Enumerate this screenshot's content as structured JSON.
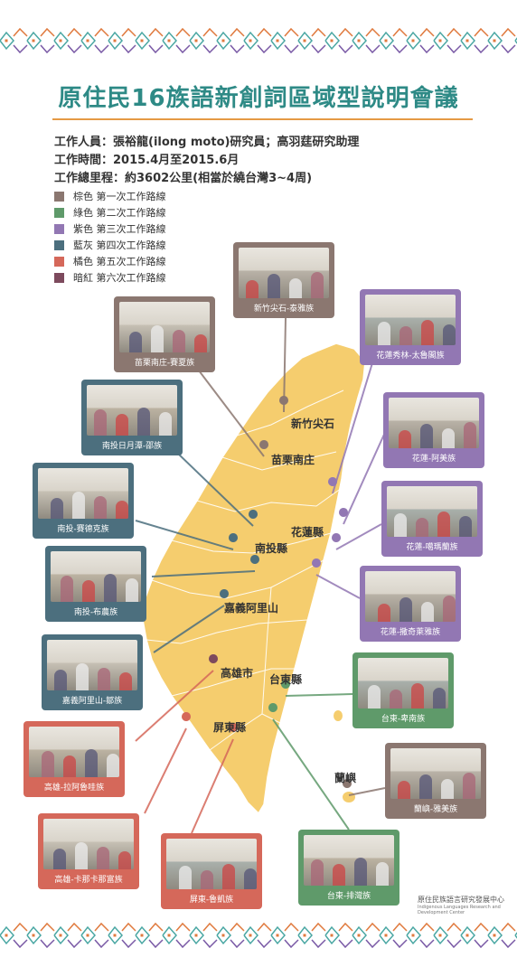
{
  "title": "原住民16族語新創詞區域型說明會議",
  "info": {
    "staff": "工作人員：張裕龍(ilong moto)研究員；高羽莛研究助理",
    "period": "工作時間：2015.4月至2015.6月",
    "distance": "工作總里程：約3602公里(相當於繞台灣3~4周)"
  },
  "legend": [
    {
      "label": "棕色  第一次工作路線",
      "color": "#8b7770"
    },
    {
      "label": "綠色  第二次工作路線",
      "color": "#5f9a6a"
    },
    {
      "label": "紫色  第三次工作路線",
      "color": "#9277b3"
    },
    {
      "label": "藍灰  第四次工作路線",
      "color": "#4c6f7e"
    },
    {
      "label": "橘色  第五次工作路線",
      "color": "#d5685a"
    },
    {
      "label": "暗紅  第六次工作路線",
      "color": "#7d4a5d"
    }
  ],
  "places": {
    "hsinchu": "新竹尖石",
    "miaoli": "苗栗南庄",
    "hualien": "花蓮縣",
    "nantou": "南投縣",
    "chiayi": "嘉義阿里山",
    "kaohsiung": "高雄市",
    "taitung": "台東縣",
    "pingtung": "屏東縣",
    "lanyu": "蘭嶼"
  },
  "cards": {
    "hsinchu": "新竹尖石-泰雅族",
    "miaoli": "苗栗南庄-賽夏族",
    "hualien_truku": "花蓮秀林-太魯閣族",
    "nantou_thao": "南投日月潭-邵族",
    "hualien_amis": "花蓮-阿美族",
    "nantou_seediq": "南投-賽德克族",
    "hualien_kavalan": "花蓮-噶瑪蘭族",
    "nantou_bunun": "南投-布農族",
    "hualien_sakizaya": "花蓮-撒奇萊雅族",
    "chiayi_tsou": "嘉義阿里山-鄒族",
    "taitung_puyuma": "台東-卑南族",
    "kaohsiung_hla": "高雄-拉阿魯哇族",
    "lanyu_yami": "蘭嶼-雅美族",
    "kaohsiung_kanakanavu": "高雄-卡那卡那富族",
    "pingtung_rukai": "屏東-魯凱族",
    "taitung_paiwan": "台東-排灣族"
  },
  "logo": {
    "zh": "原住民族語言研究發展中心",
    "en": "Indigenous Languages Research and Development Center"
  },
  "colors": {
    "title": "#2e8a86",
    "map_fill": "#f5cd6e",
    "map_border": "#ffffff",
    "accent_rule": "#e59a45"
  }
}
